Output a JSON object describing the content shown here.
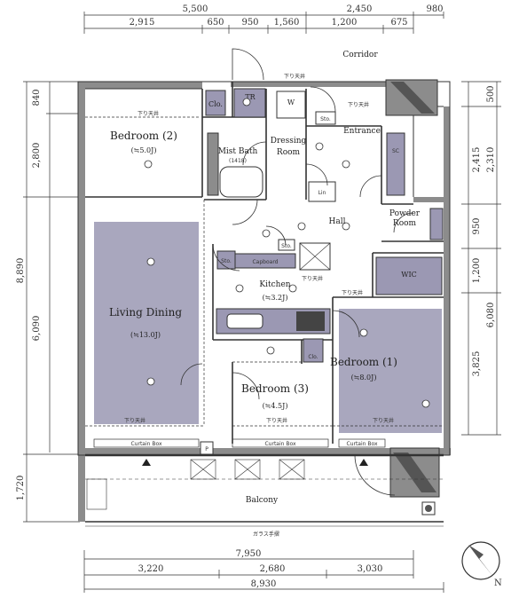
{
  "colors": {
    "wall": "#8c8c8c",
    "shade": "#a9a7be",
    "fixture": "#9b98b3",
    "line": "#333333"
  },
  "dims_top": {
    "total_left": "5,500",
    "total_right": "2,450",
    "edge": "980",
    "seg": [
      "2,915",
      "650",
      "950",
      "1,560",
      "1,200",
      "675"
    ]
  },
  "dims_bottom": {
    "inner": "7,950",
    "seg": [
      "3,220",
      "2,680",
      "3,030"
    ],
    "total": "8,930"
  },
  "dims_left": {
    "outer": [
      "840",
      "2,800",
      "8,890",
      "6,090",
      "1,720"
    ]
  },
  "dims_right": {
    "outer": [
      "500",
      "2,415",
      "2,310",
      "950",
      "1,200",
      "6,080",
      "3,825"
    ]
  },
  "rooms": {
    "corridor": "Corridor",
    "bedroom2": "Bedroom (2)",
    "bedroom2_size": "(≒5.0J)",
    "tr": "TR",
    "w": "W",
    "clo": "Clo.",
    "mist_bath": "Mist Bath",
    "mist_bath_code": "(1418)",
    "dressing": "Dressing",
    "dressing2": "Room",
    "sto": "Sto.",
    "entrance": "Entrance",
    "sc": "SC",
    "lin": "Lin",
    "hall": "Hall",
    "powder": "Powder",
    "powder2": "Room",
    "living": "Living Dining",
    "living_size": "(≒13.0J)",
    "kitchen": "Kitchen",
    "kitchen_size": "(≒3.2J)",
    "capboard": "Capboard",
    "wic": "WIC",
    "bedroom1": "Bedroom (1)",
    "bedroom1_size": "(≒8.0J)",
    "bedroom3": "Bedroom (3)",
    "bedroom3_size": "(≒4.5J)",
    "clo2": "Clo.",
    "curtain": "Curtain Box",
    "balcony": "Balcony",
    "p": "P",
    "glass": "ガラス手摺",
    "sagari": "下り天井",
    "compass": "N"
  }
}
